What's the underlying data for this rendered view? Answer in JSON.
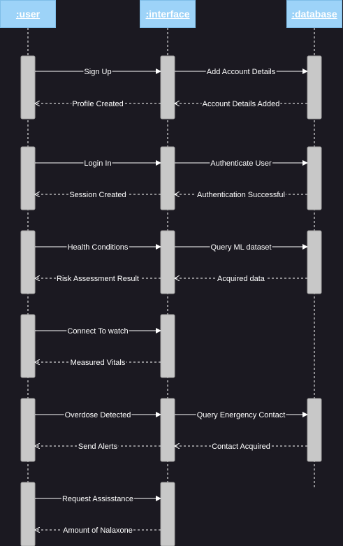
{
  "participants": {
    "user": ":user",
    "interface": ":interface",
    "database": ":database"
  },
  "colors": {
    "background": "#1b1921",
    "participant_fill": "#9dd3f8",
    "activation_fill": "#c8c8c8",
    "line": "#ffffff"
  },
  "messages": [
    {
      "from": "user",
      "to": "interface",
      "label": "Sign Up",
      "kind": "sync"
    },
    {
      "from": "interface",
      "to": "database",
      "label": "Add Account Details",
      "kind": "sync"
    },
    {
      "from": "interface",
      "to": "user",
      "label": "Profile Created",
      "kind": "return"
    },
    {
      "from": "database",
      "to": "interface",
      "label": "Account Details Added",
      "kind": "return"
    },
    {
      "from": "user",
      "to": "interface",
      "label": "Login In",
      "kind": "sync"
    },
    {
      "from": "interface",
      "to": "database",
      "label": "Authenticate User",
      "kind": "sync"
    },
    {
      "from": "interface",
      "to": "user",
      "label": "Session Created",
      "kind": "return"
    },
    {
      "from": "database",
      "to": "interface",
      "label": "Authentication Successful",
      "kind": "return"
    },
    {
      "from": "user",
      "to": "interface",
      "label": "Health Conditions",
      "kind": "sync"
    },
    {
      "from": "interface",
      "to": "database",
      "label": "Query ML dataset",
      "kind": "sync"
    },
    {
      "from": "interface",
      "to": "user",
      "label": "Risk Assessment Result",
      "kind": "return"
    },
    {
      "from": "database",
      "to": "interface",
      "label": "Acquired data",
      "kind": "return"
    },
    {
      "from": "user",
      "to": "interface",
      "label": "Connect To watch",
      "kind": "sync"
    },
    {
      "from": "interface",
      "to": "user",
      "label": "Measured Vitals",
      "kind": "return"
    },
    {
      "from": "user",
      "to": "interface",
      "label": "Overdose Detected",
      "kind": "sync"
    },
    {
      "from": "interface",
      "to": "database",
      "label": "Query Energency Contact",
      "kind": "sync"
    },
    {
      "from": "interface",
      "to": "user",
      "label": "Send Alerts",
      "kind": "return"
    },
    {
      "from": "database",
      "to": "interface",
      "label": "Contact Acquired",
      "kind": "return"
    },
    {
      "from": "user",
      "to": "interface",
      "label": "Request Assisstance",
      "kind": "sync"
    },
    {
      "from": "interface",
      "to": "user",
      "label": "Amount of Nalaxone",
      "kind": "return"
    }
  ]
}
